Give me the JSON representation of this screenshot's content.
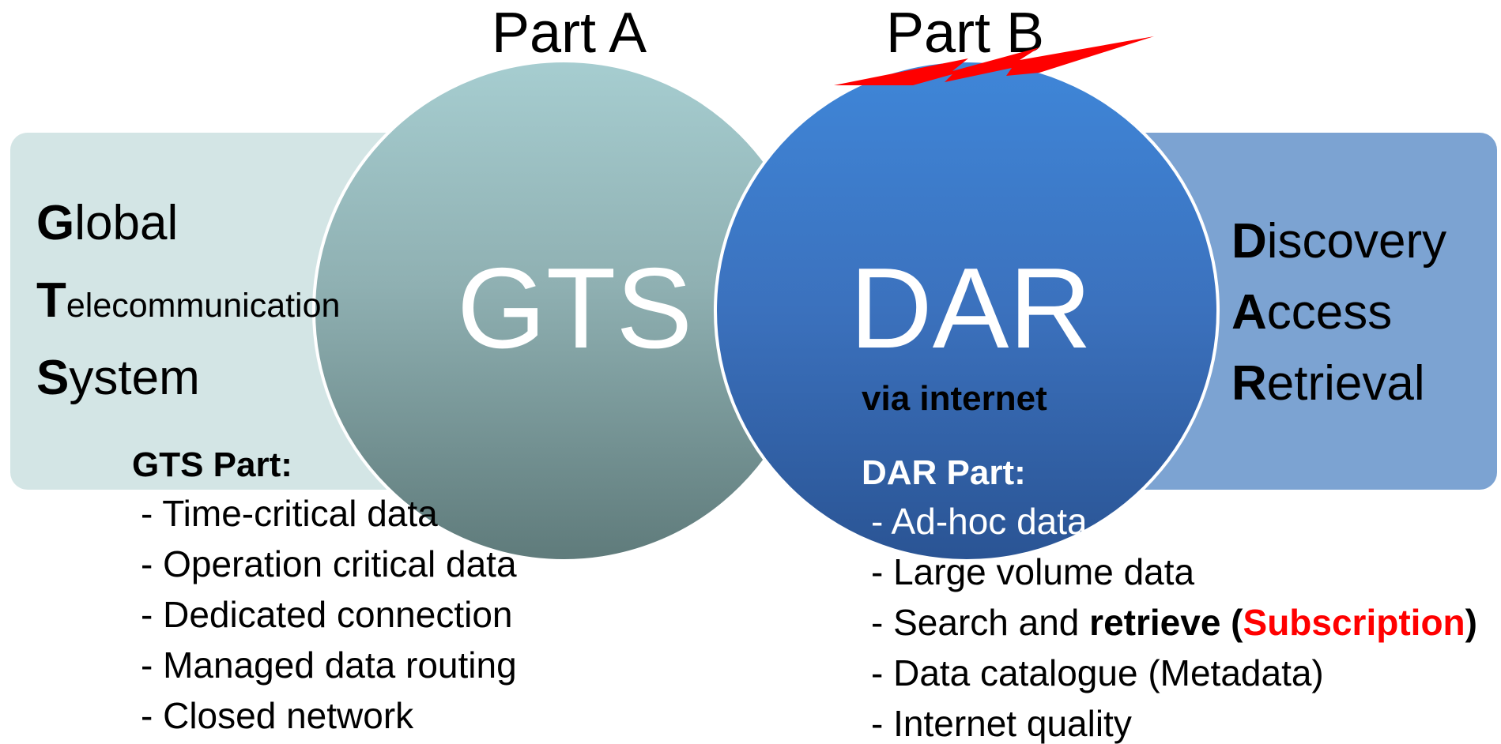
{
  "part_a_label": "Part A",
  "part_b_label": "Part B",
  "gts": {
    "acronym": "GTS",
    "expansion": [
      {
        "cap": "G",
        "rest": "lobal"
      },
      {
        "cap": "T",
        "rest": "elecommunication"
      },
      {
        "cap": "S",
        "rest": "ystem"
      }
    ],
    "section_title": "GTS Part:",
    "items": [
      "- Time-critical data",
      "- Operation critical data",
      "- Dedicated connection",
      "- Managed data routing",
      "- Closed network"
    ]
  },
  "dar": {
    "acronym": "DAR",
    "subtitle": "via internet",
    "expansion": [
      {
        "cap": "D",
        "rest": "iscovery"
      },
      {
        "cap": "A",
        "rest": "ccess"
      },
      {
        "cap": "R",
        "rest": "etrieval"
      }
    ],
    "section_title": "DAR Part:",
    "items": [
      "- Ad-hoc data",
      "- Large volume data",
      "- Data catalogue (Metadata)",
      "- Internet quality"
    ],
    "search_item": {
      "prefix": "- Search and ",
      "bold": "retrieve",
      "open_paren": " (",
      "red": "Subscription",
      "close_paren": ")"
    }
  },
  "colors": {
    "left_panel": "#d3e5e5",
    "right_panel": "#7ca3d2",
    "gts_circle_top": "#a6cdd0",
    "gts_circle_bottom": "#5f7b7b",
    "dar_circle_top": "#3f86d8",
    "dar_circle_bottom": "#2a5494",
    "accent_red": "#ff0000"
  },
  "icons": [
    "lightning-bolt-icon"
  ]
}
